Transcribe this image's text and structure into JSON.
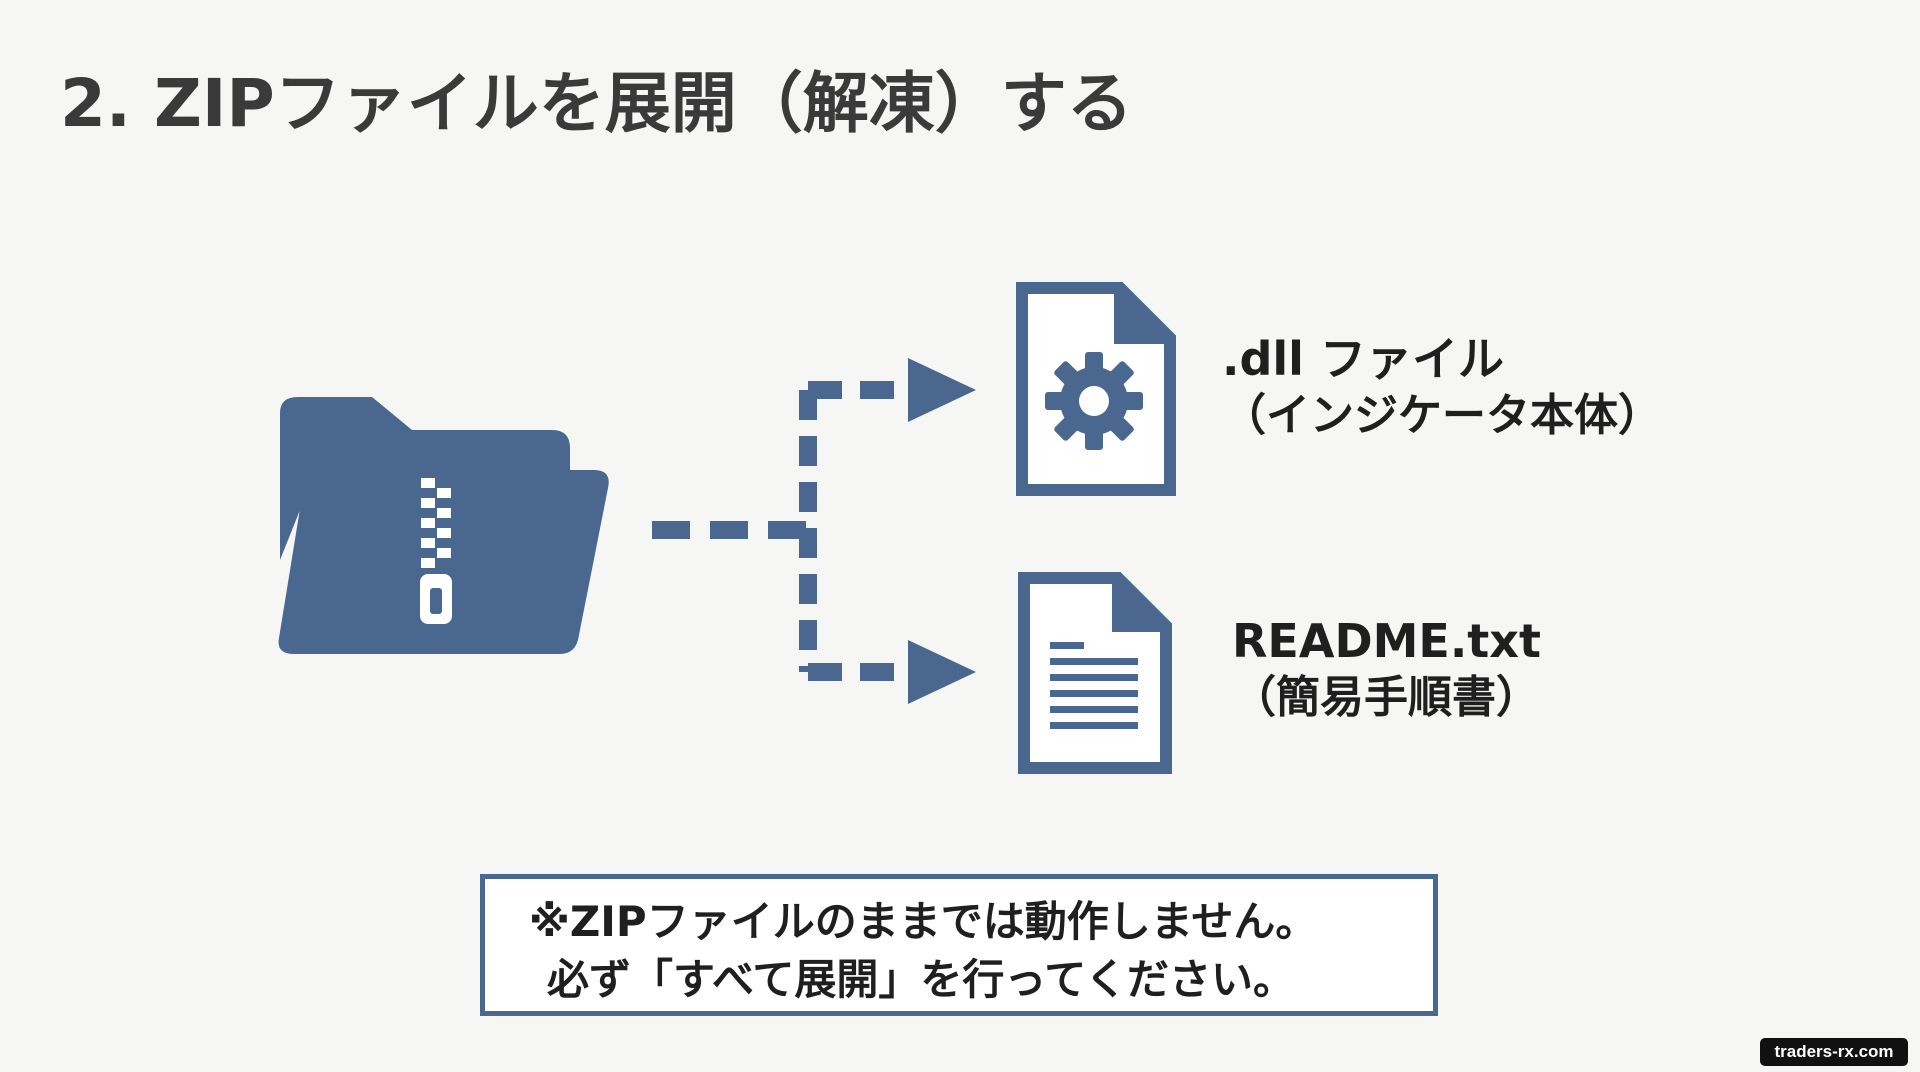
{
  "title": "2. ZIPファイルを展開（解凍）する",
  "files": [
    {
      "name": ".dll ファイル",
      "description": "（インジケータ本体）",
      "icon": "gear-document-icon"
    },
    {
      "name": "README.txt",
      "description": "（簡易手順書）",
      "icon": "text-document-icon"
    }
  ],
  "source_icon": "zip-folder-icon",
  "notice": {
    "line1": "※ZIPファイルのままでは動作しません。",
    "line2": "必ず「すべて展開」を行ってください。"
  },
  "watermark": "traders-rx.com",
  "colors": {
    "accent": "#4a6790",
    "background": "#f6f6f5",
    "title": "#3a3a3a",
    "text": "#1f1f1f"
  }
}
